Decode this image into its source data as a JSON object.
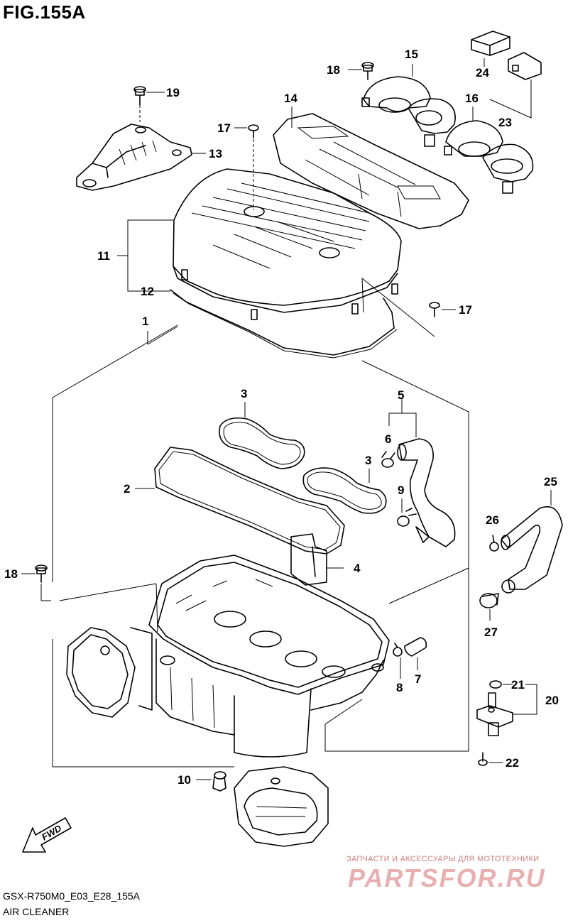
{
  "figure": {
    "title": "FIG.155A",
    "model_code": "GSX-R750M0_E03_E28_155A",
    "name": "AIR CLEANER",
    "direction_label": "FWD"
  },
  "watermark": {
    "subtitle": "ЗАПЧАСТИ И АКСЕССУАРЫ ДЛЯ МОТОТЕХНИКИ",
    "logo": "PARTSFOR.RU"
  },
  "callouts": [
    "1",
    "2",
    "3",
    "3",
    "4",
    "5",
    "6",
    "7",
    "8",
    "9",
    "10",
    "11",
    "12",
    "13",
    "14",
    "15",
    "16",
    "17",
    "17",
    "18",
    "18",
    "19",
    "20",
    "21",
    "22",
    "23",
    "24",
    "25",
    "26",
    "27"
  ]
}
